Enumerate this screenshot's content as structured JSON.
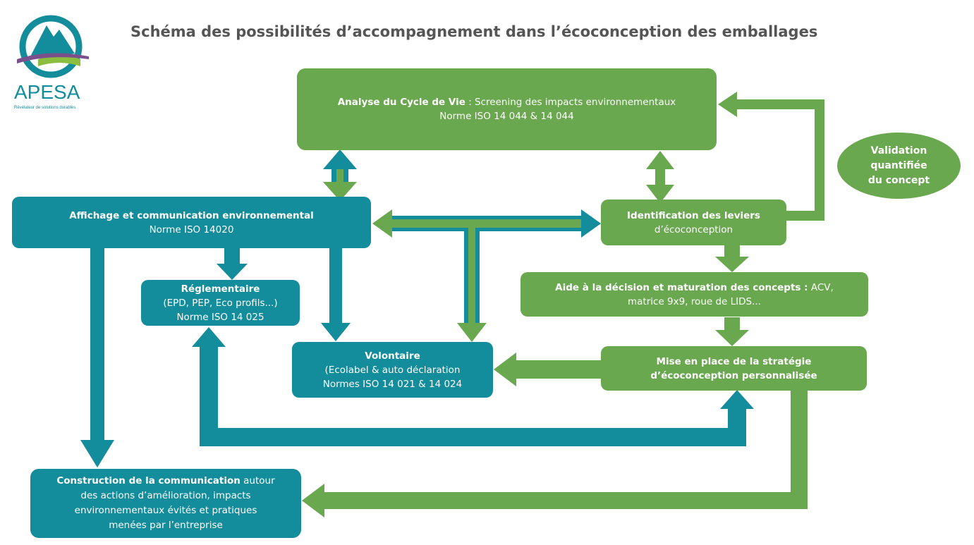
{
  "title": "Schéma des possibilités d’accompagnement dans l’écoconception des emballages",
  "logo": {
    "name": "APESA",
    "tagline": "Révélateur de solutions durables"
  },
  "boxes": {
    "acv": {
      "bold": "Analyse du Cycle de Vie",
      "rest": " : Screening des impacts environnementaux",
      "line2": "Norme ISO 14 044 & 14 044"
    },
    "affichage": {
      "line1": "Affichage et communication environnemental",
      "line2": "Norme ISO 14020"
    },
    "identification": {
      "line1": "Identification des leviers",
      "line2": "d’écoconception"
    },
    "reglementaire": {
      "line1": "Réglementaire",
      "line2": "(EPD, PEP, Eco profils...)",
      "line3": "Norme ISO 14 025"
    },
    "aide": {
      "bold": "Aide à la décision et maturation des concepts :",
      "rest": " ACV,",
      "line2": "matrice 9x9, roue de LIDS..."
    },
    "volontaire": {
      "line1": "Volontaire",
      "line2": "(Ecolabel & auto déclaration",
      "line3": "Normes ISO 14 021 & 14 024"
    },
    "strategie": {
      "line1": "Mise en place de la stratégie",
      "line2": "d’écoconception personnalisée"
    },
    "construction": {
      "bold": "Construction de la communication",
      "rest": " autour",
      "line2": "des actions d’amélioration, impacts",
      "line3": "environnementaux évités et pratiques",
      "line4": "menées par l’entreprise"
    }
  },
  "ellipse": {
    "line1": "Validation",
    "line2": "quantifiée",
    "line3": "du concept"
  },
  "colors": {
    "green": "#6aa84f",
    "teal": "#138c9c",
    "title": "#555555"
  }
}
